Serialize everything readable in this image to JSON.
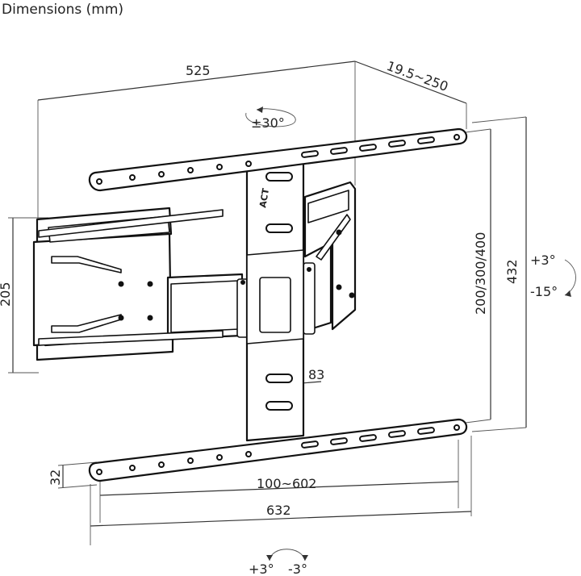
{
  "title": "Dimensions (mm)",
  "brand": "ACT",
  "dimensions": {
    "width": "525",
    "depth": "19.5~250",
    "swivel": "±30°",
    "height": "432",
    "vesa_vertical": "200/300/400",
    "plate_height": "205",
    "arm_width": "83",
    "bar_height": "32",
    "vesa_horizontal": "100~602",
    "total_width": "632"
  },
  "tilt": {
    "up": "+3°",
    "down": "-15°"
  },
  "level": {
    "left": "+3°",
    "right": "-3°"
  }
}
